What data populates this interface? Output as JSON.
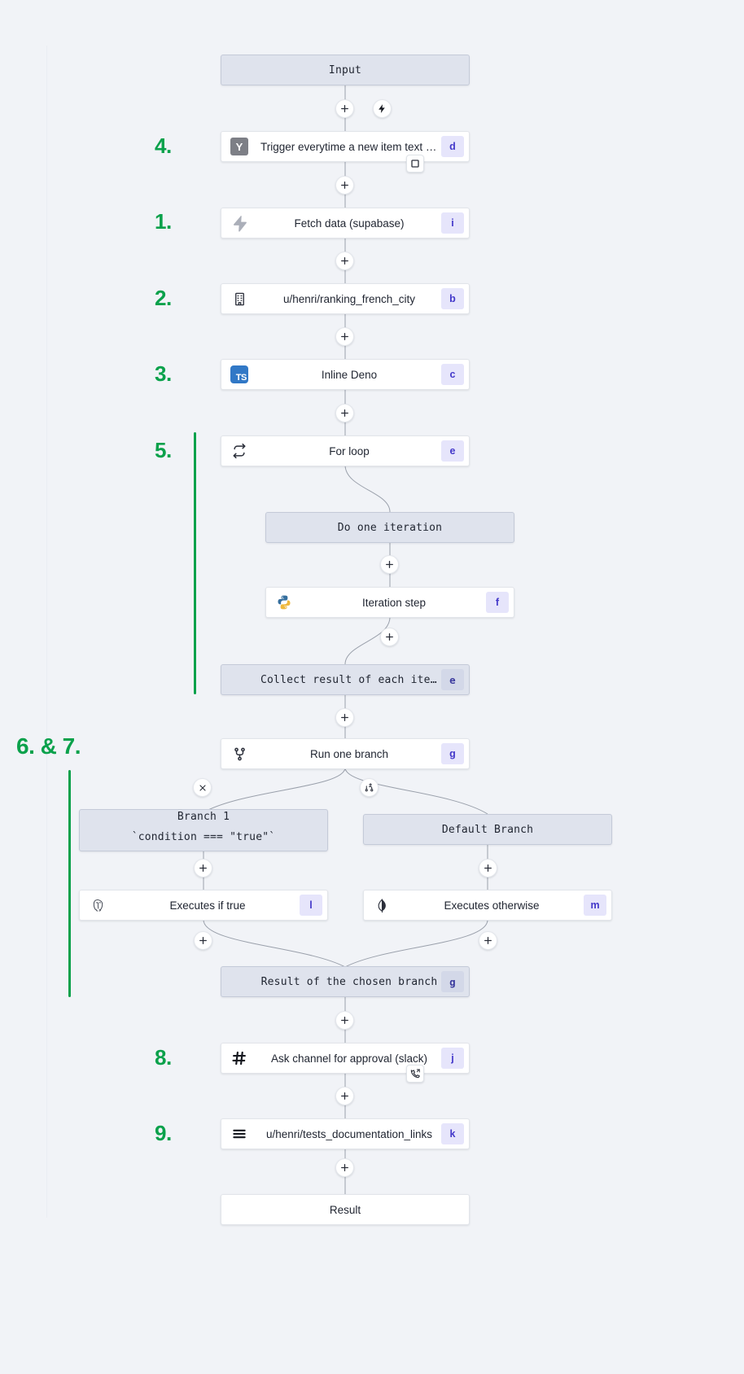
{
  "canvas": {
    "background": "#f1f3f7",
    "accent_green": "#0aa14b",
    "badge_bg": "#e6e5fb",
    "badge_fg": "#4338ca"
  },
  "flow": {
    "input_node": {
      "label": "Input",
      "kind": "virtual"
    },
    "result_node": {
      "label": "Result",
      "kind": "terminal"
    },
    "nodes": [
      {
        "id": "trigger",
        "label": "Trigger everytime a new item text o…",
        "badge": "d",
        "icon": "yaml-icon",
        "kind": "plain"
      },
      {
        "id": "fetch",
        "label": "Fetch data (supabase)",
        "badge": "i",
        "icon": "supabase-bolt-icon",
        "kind": "plain"
      },
      {
        "id": "ranking",
        "label": "u/henri/ranking_french_city",
        "badge": "b",
        "icon": "building-icon",
        "kind": "plain"
      },
      {
        "id": "deno",
        "label": "Inline Deno",
        "badge": "c",
        "icon": "typescript-icon",
        "kind": "plain"
      },
      {
        "id": "forloop",
        "label": "For loop",
        "badge": "e",
        "icon": "loop-icon",
        "kind": "plain"
      },
      {
        "id": "doiter",
        "label": "Do one iteration",
        "badge": "",
        "icon": "",
        "kind": "virtual"
      },
      {
        "id": "iterstep",
        "label": "Iteration step",
        "badge": "f",
        "icon": "python-icon",
        "kind": "plain"
      },
      {
        "id": "collect",
        "label": "Collect result of each iteration",
        "badge": "e",
        "icon": "",
        "kind": "virtual"
      },
      {
        "id": "branch",
        "label": "Run one branch",
        "badge": "g",
        "icon": "git-branch-icon",
        "kind": "plain"
      },
      {
        "id": "branch1",
        "label": "Branch 1",
        "sublabel": "`condition === \"true\"`",
        "badge": "",
        "icon": "",
        "kind": "virtual"
      },
      {
        "id": "defbranch",
        "label": "Default Branch",
        "badge": "",
        "icon": "",
        "kind": "virtual"
      },
      {
        "id": "iftrue",
        "label": "Executes if true",
        "badge": "l",
        "icon": "postgresql-icon",
        "kind": "plain"
      },
      {
        "id": "otherwise",
        "label": "Executes otherwise",
        "badge": "m",
        "icon": "mongodb-icon",
        "kind": "plain"
      },
      {
        "id": "chosen",
        "label": "Result of the chosen branch",
        "badge": "g",
        "icon": "",
        "kind": "virtual"
      },
      {
        "id": "approval",
        "label": "Ask channel for approval (slack)",
        "badge": "j",
        "icon": "slack-hash-icon",
        "kind": "plain"
      },
      {
        "id": "docs",
        "label": "u/henri/tests_documentation_links",
        "badge": "k",
        "icon": "hamburger-icon",
        "kind": "plain"
      }
    ],
    "edge_buttons": [
      {
        "name": "add-step-after-input",
        "icon": "plus-icon"
      },
      {
        "name": "add-trigger-bolt",
        "icon": "bolt-icon"
      },
      {
        "name": "trigger-settings",
        "icon": "square-icon"
      },
      {
        "name": "add-step-after-trigger",
        "icon": "plus-icon"
      },
      {
        "name": "add-step-after-fetch",
        "icon": "plus-icon"
      },
      {
        "name": "add-step-after-ranking",
        "icon": "plus-icon"
      },
      {
        "name": "add-step-after-deno",
        "icon": "plus-icon"
      },
      {
        "name": "add-step-in-loop",
        "icon": "plus-icon"
      },
      {
        "name": "add-step-after-iteration",
        "icon": "plus-icon"
      },
      {
        "name": "add-step-after-collect",
        "icon": "plus-icon"
      },
      {
        "name": "remove-branch",
        "icon": "close-icon"
      },
      {
        "name": "add-branch",
        "icon": "add-branch-icon"
      },
      {
        "name": "add-step-in-branch1",
        "icon": "plus-icon"
      },
      {
        "name": "add-step-in-default-branch",
        "icon": "plus-icon"
      },
      {
        "name": "add-step-after-iftrue",
        "icon": "plus-icon"
      },
      {
        "name": "add-step-after-otherwise",
        "icon": "plus-icon"
      },
      {
        "name": "add-step-after-chosen",
        "icon": "plus-icon"
      },
      {
        "name": "approval-callback",
        "icon": "phone-callback-icon"
      },
      {
        "name": "add-step-after-approval",
        "icon": "plus-icon"
      },
      {
        "name": "add-step-after-docs",
        "icon": "plus-icon"
      }
    ]
  },
  "annotations": [
    {
      "id": "a4",
      "text": "4."
    },
    {
      "id": "a1",
      "text": "1."
    },
    {
      "id": "a2",
      "text": "2."
    },
    {
      "id": "a3",
      "text": "3."
    },
    {
      "id": "a5",
      "text": "5."
    },
    {
      "id": "a67",
      "text": "6. & 7."
    },
    {
      "id": "a8",
      "text": "8."
    },
    {
      "id": "a9",
      "text": "9."
    }
  ]
}
